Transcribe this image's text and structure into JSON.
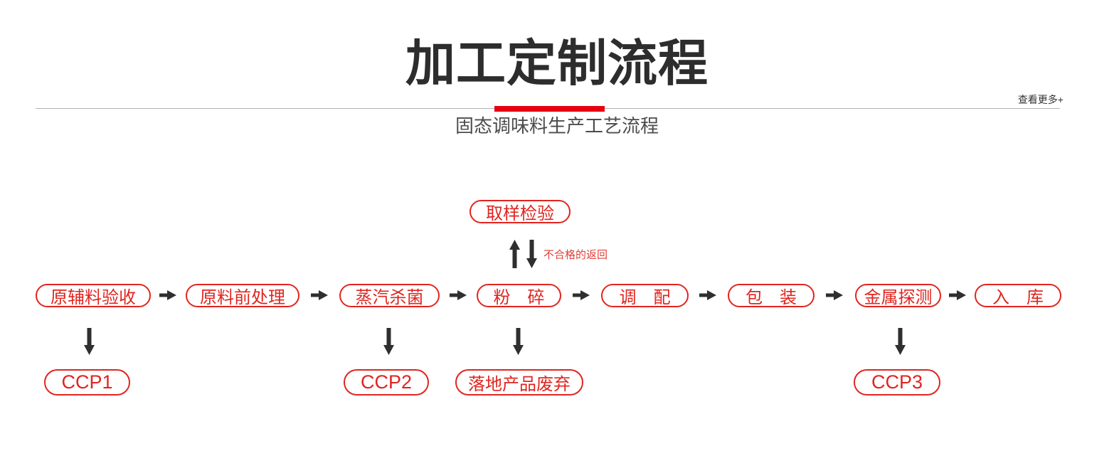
{
  "header": {
    "title": "加工定制流程",
    "more_link": "查看更多+",
    "subtitle": "固态调味料生产工艺流程"
  },
  "colors": {
    "accent_red_bar": "#e60012",
    "node_red": "#e0251f",
    "arrow_dark": "#2f2f2f",
    "title_dark": "#2d2d2d",
    "subtitle_gray": "#4c4c4c",
    "divider_gray": "#b3b3b3"
  },
  "flow": {
    "sample_node": {
      "label": "取样检验"
    },
    "feedback_label": "不合格的返回",
    "main_nodes": [
      {
        "label": "原辅料验收"
      },
      {
        "label": "原料前处理"
      },
      {
        "label": "蒸汽杀菌"
      },
      {
        "label": "粉　碎"
      },
      {
        "label": "调　配"
      },
      {
        "label": "包　装"
      },
      {
        "label": "金属探测"
      },
      {
        "label": "入　库"
      }
    ],
    "bottom_nodes": [
      {
        "label": "CCP1"
      },
      {
        "label": "CCP2"
      },
      {
        "label": "落地产品废弃"
      },
      {
        "label": "CCP3"
      }
    ]
  }
}
